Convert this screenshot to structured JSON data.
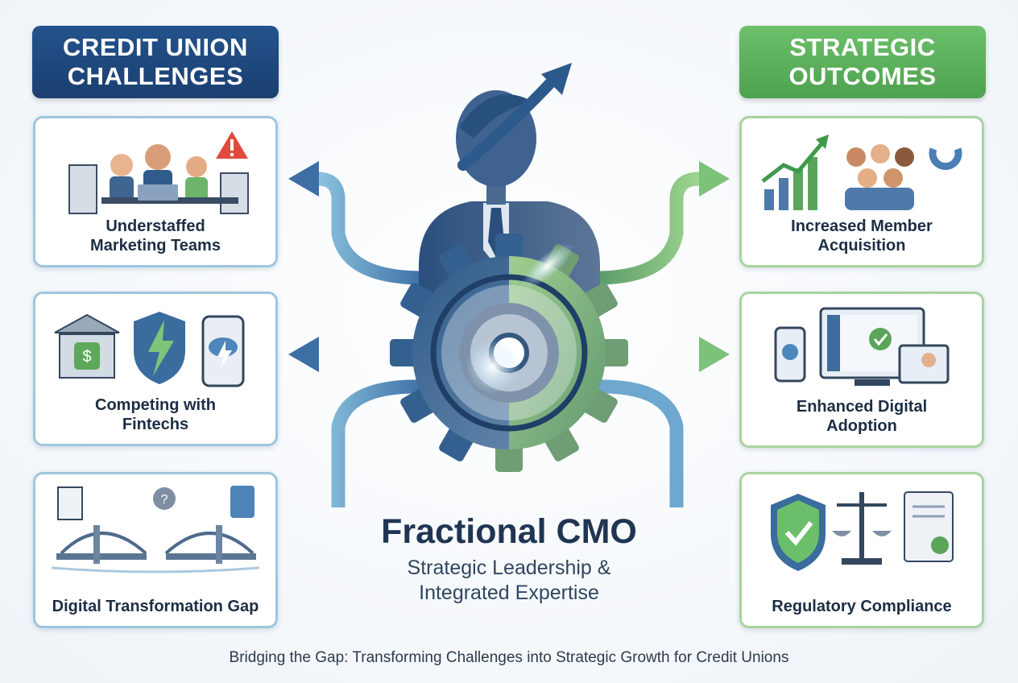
{
  "left_header": "CREDIT UNION\nCHALLENGES",
  "right_header": "STRATEGIC\nOUTCOMES",
  "challenges": [
    {
      "label": "Understaffed\nMarketing Teams",
      "icon": "stressed-team-icon"
    },
    {
      "label": "Competing with\nFintechs",
      "icon": "bank-shield-phone-icon"
    },
    {
      "label": "Digital Transformation Gap",
      "icon": "broken-bridge-icon"
    }
  ],
  "outcomes": [
    {
      "label": "Increased Member\nAcquisition",
      "icon": "growth-crowd-magnet-icon"
    },
    {
      "label": "Enhanced Digital\nAdoption",
      "icon": "devices-checkmark-icon"
    },
    {
      "label": "Regulatory Compliance",
      "icon": "shield-scales-certificate-icon"
    }
  ],
  "center": {
    "title": "Fractional CMO",
    "subtitle": "Strategic Leadership &\nIntegrated Expertise",
    "icon": "executive-gear-icon"
  },
  "caption": "Bridging the Gap: Transforming Challenges into Strategic Growth for Credit Unions",
  "colors": {
    "navy": "#1b3f70",
    "green": "#4ea24f",
    "blue_arrow": "#4a7fb5",
    "green_arrow": "#6cc06b"
  }
}
